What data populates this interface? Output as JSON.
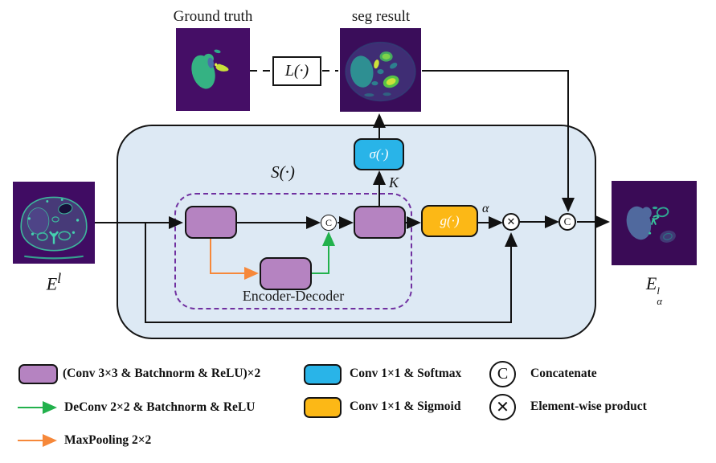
{
  "figure": {
    "ground_truth_label": "Ground truth",
    "seg_result_label": "seg result",
    "loss_node_label": "L(·)",
    "s_function_label": "S(·)",
    "encoder_decoder_label": "Encoder-Decoder",
    "softmax_node_label": "σ(·)",
    "gating_node_label": "g(·)",
    "k_label": "K",
    "alpha_label": "α",
    "concat_symbol": "C",
    "multiply_symbol": "✕",
    "input_label": {
      "base": "E",
      "sup": "l"
    },
    "output_label": {
      "base": "E",
      "sup": "l",
      "sub": "α"
    }
  },
  "legend": {
    "conv_block": "(Conv 3×3 & Batchnorm & ReLU)×2",
    "deconv": "DeConv 2×2 & Batchnorm & ReLU",
    "maxpool": "MaxPooling 2×2",
    "softmax": "Conv 1×1 & Softmax",
    "sigmoid": "Conv 1×1 & Sigmoid",
    "concat": "Concatenate",
    "concat_symbol": "C",
    "elementwise": "Element-wise product",
    "elementwise_symbol": "✕"
  },
  "colors": {
    "conv_block": "#b583c1",
    "softmax_block": "#29b4e8",
    "sigmoid_block": "#fcb816",
    "deconv_arrow": "#22b14c",
    "maxpool_arrow": "#f6883a",
    "encoder_decoder_outline": "#7030a0",
    "module_background": "#dde9f4"
  }
}
